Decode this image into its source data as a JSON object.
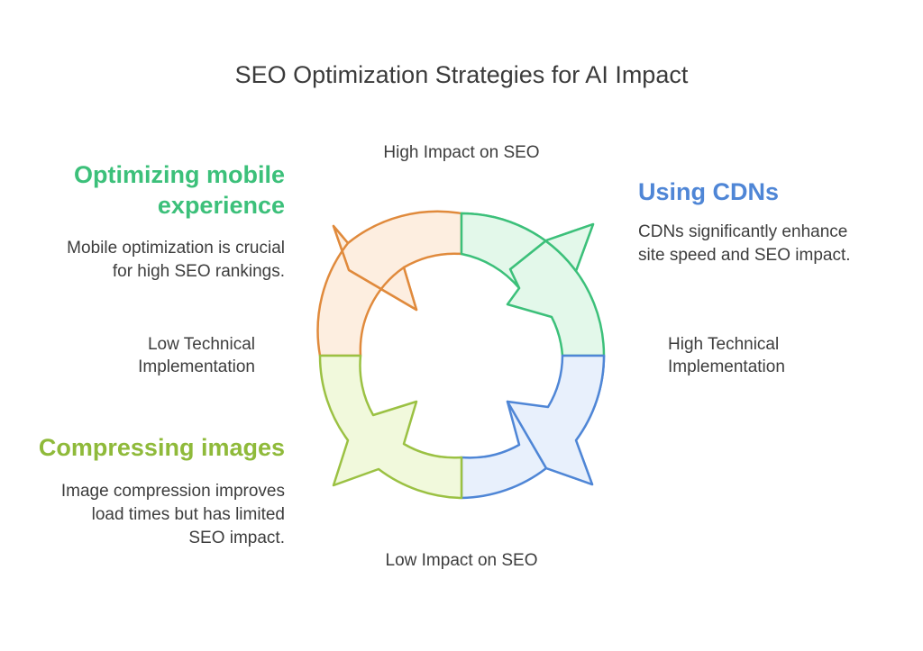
{
  "title": "SEO Optimization Strategies for AI Impact",
  "axes": {
    "top": "High Impact on SEO",
    "bottom": "Low Impact on SEO",
    "left_line1": "Low Technical",
    "left_line2": "Implementation",
    "right_line1": "High Technical",
    "right_line2": "Implementation"
  },
  "quadrants": {
    "top_left": {
      "heading_line1": "Optimizing mobile",
      "heading_line2": "experience",
      "desc_line1": "Mobile optimization is crucial",
      "desc_line2": "for high SEO rankings.",
      "color": "#3cc07a",
      "segment_color": "#e08a3c"
    },
    "top_right": {
      "heading": "Using CDNs",
      "desc_line1": "CDNs significantly enhance",
      "desc_line2": "site speed and SEO impact.",
      "color": "#4f86d6",
      "segment_color": "#3cc07a"
    },
    "bottom_left": {
      "heading": "Compressing images",
      "desc_line1": "Image compression improves",
      "desc_line2": "load times but has limited",
      "desc_line3": "SEO impact.",
      "color": "#8fba3a",
      "segment_color": "#9bc143"
    },
    "bottom_right": {
      "segment_color": "#4f86d6"
    }
  }
}
